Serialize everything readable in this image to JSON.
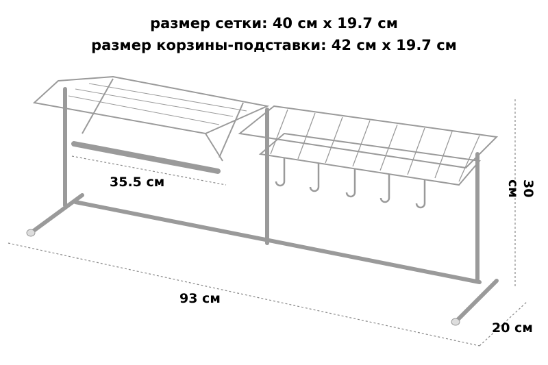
{
  "header": {
    "line1": "размер сетки: 40 см x 19.7 см",
    "line2": "размер корзины-подставки: 42 см x 19.7 см"
  },
  "dimensions": {
    "rod_length": "35.5 см",
    "width": "93 см",
    "height": "30 см",
    "depth": "20 см"
  },
  "colors": {
    "metal": "#9a9a9a",
    "dashed": "#888888"
  }
}
